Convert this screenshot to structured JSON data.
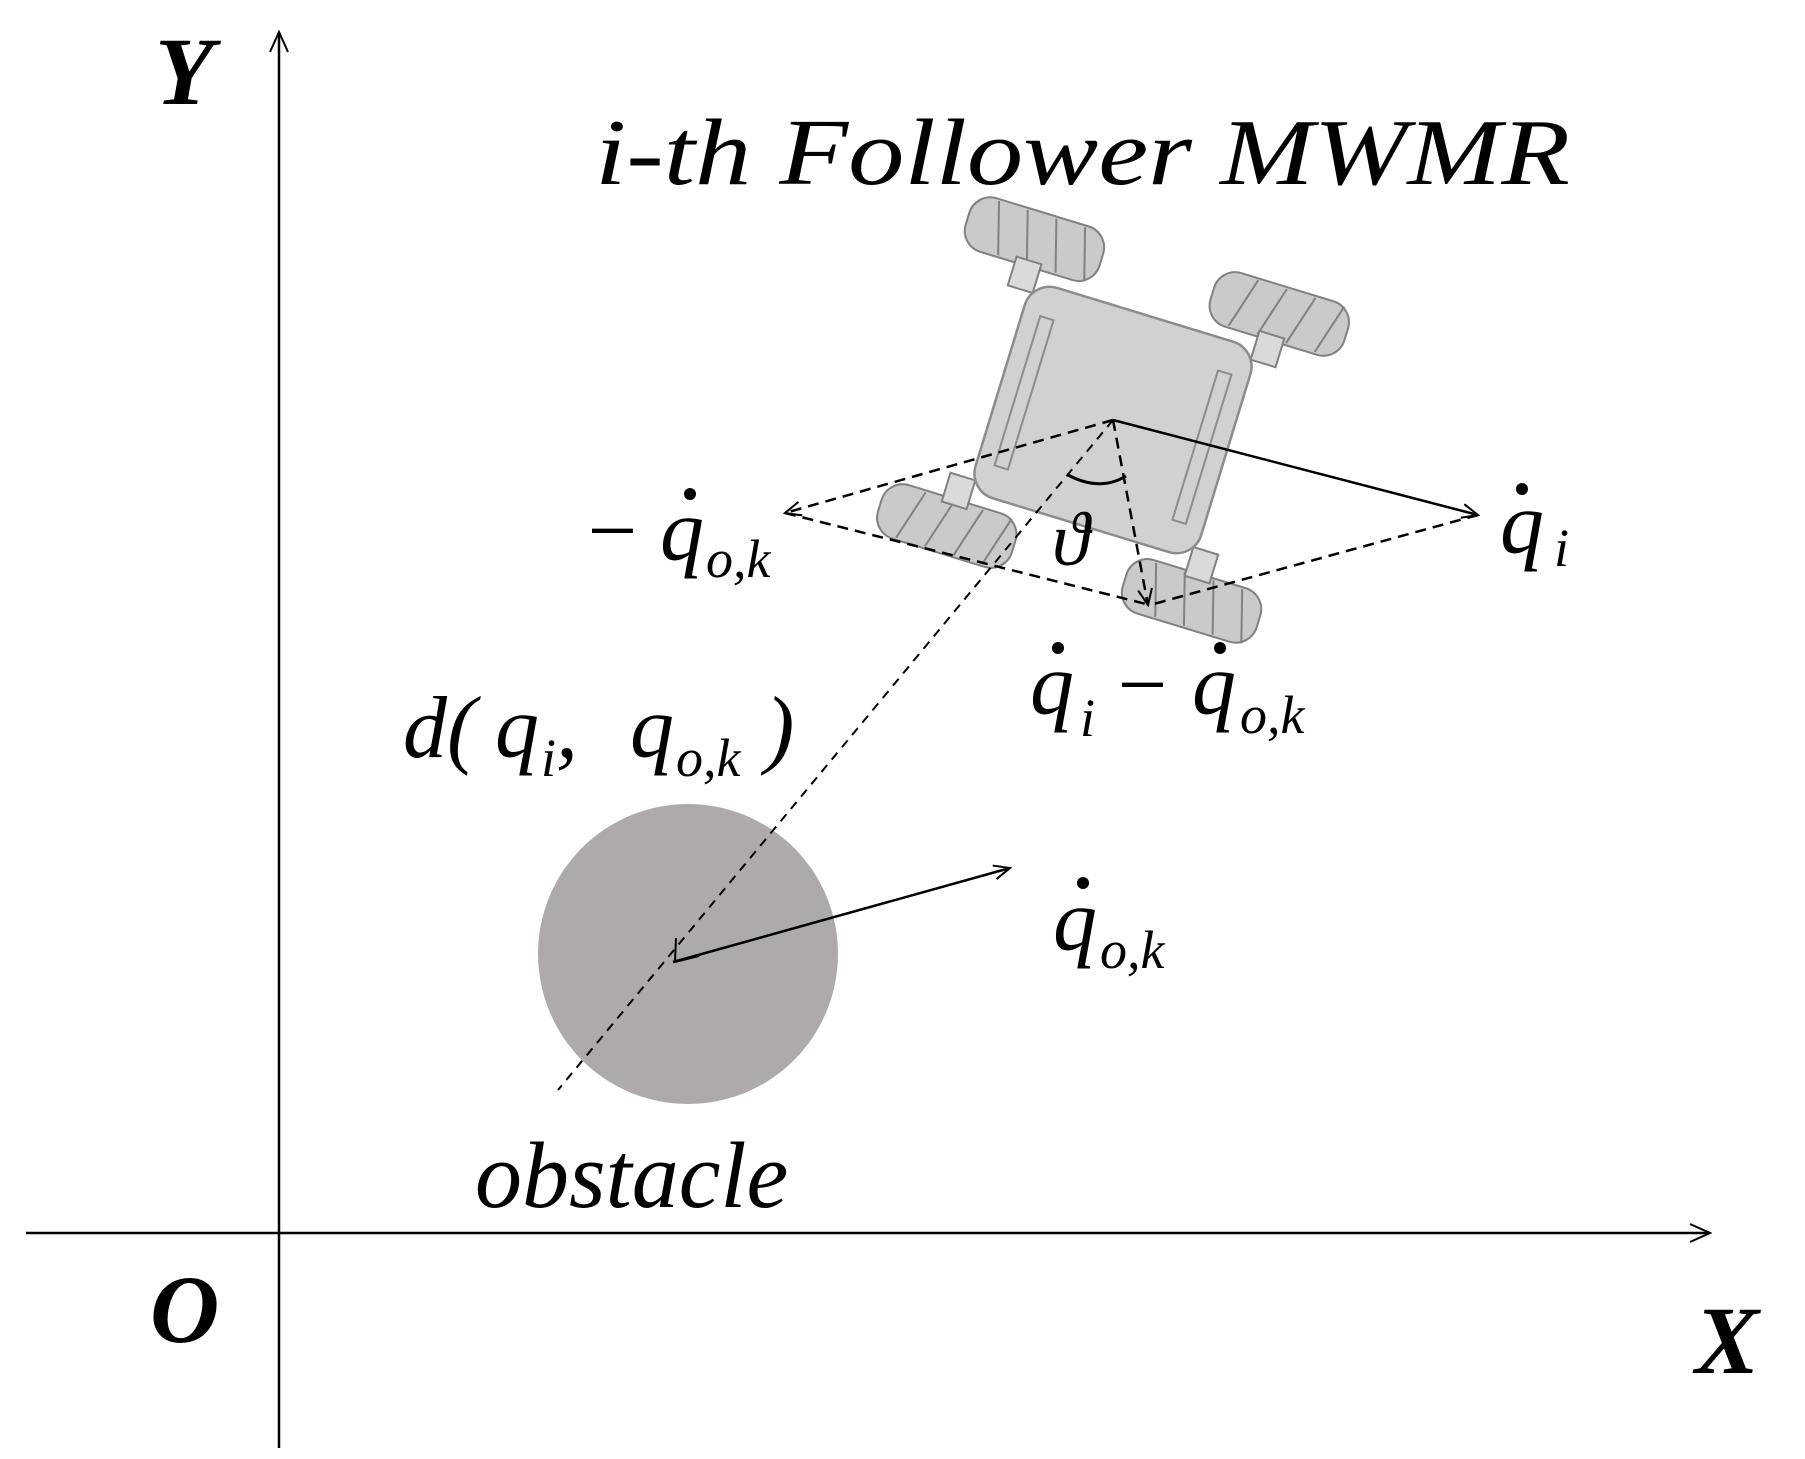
{
  "title": "i-th Follower MWMR",
  "axes": {
    "x_label": "X",
    "y_label": "Y",
    "origin_label": "O"
  },
  "labels": {
    "qi_dot": {
      "base": "q",
      "sub": "i"
    },
    "neg_qok_dot": {
      "minus": "−",
      "base": "q",
      "sub": "o,k"
    },
    "theta": "ϑ",
    "rel_velocity": {
      "base1": "q",
      "sub1": "i",
      "minus": "−",
      "base2": "q",
      "sub2": "o,k"
    },
    "distance": {
      "fn": "d(",
      "q1": "q",
      "sub1": "i",
      "comma": ",",
      "q2": "q",
      "sub2": "o,k",
      "close": ")"
    },
    "qok_dot": {
      "base": "q",
      "sub": "o,k"
    },
    "obstacle": "obstacle"
  },
  "colors": {
    "obstacle": "#aeaaaa",
    "robot_body": "#cfd1d3",
    "robot_outline": "#8a8c8e",
    "wheel": "#c8cacc",
    "line": "#000000"
  }
}
